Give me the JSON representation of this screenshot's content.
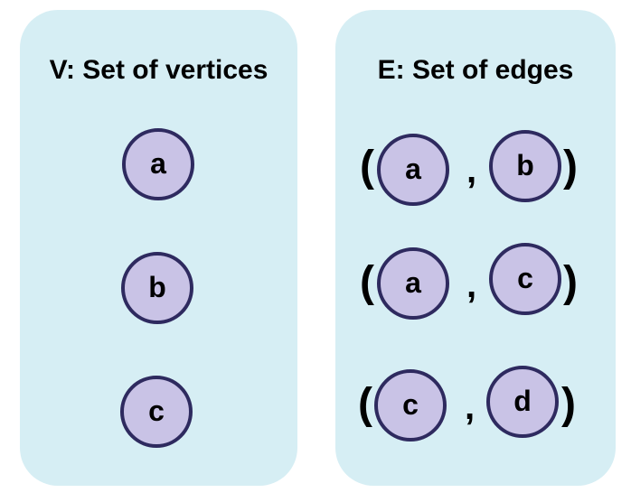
{
  "vertices_panel": {
    "title": "V: Set of vertices",
    "vertices": [
      "a",
      "b",
      "c"
    ]
  },
  "edges_panel": {
    "title": "E: Set of edges",
    "edges": [
      {
        "from": "a",
        "to": "b"
      },
      {
        "from": "a",
        "to": "c"
      },
      {
        "from": "c",
        "to": "d"
      }
    ],
    "open_paren": "(",
    "separator": ",",
    "close_paren": ")"
  },
  "colors": {
    "panel_background": "#d6eef4",
    "node_fill": "#c9c3e6",
    "node_border": "#2e2a5f",
    "text": "#000000"
  }
}
